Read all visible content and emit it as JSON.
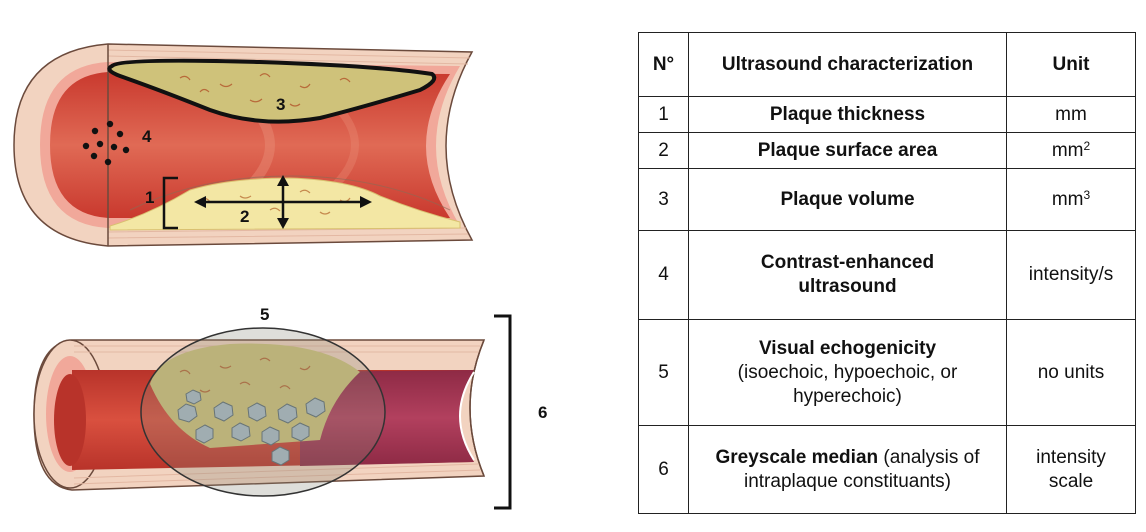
{
  "diagram": {
    "labels": [
      "1",
      "2",
      "3",
      "4",
      "5",
      "6"
    ]
  },
  "table": {
    "headers": {
      "number": "N°",
      "characterization": "Ultrasound characterization",
      "unit": "Unit"
    },
    "rows": [
      {
        "n": "1",
        "title": "Plaque thickness",
        "detail": "",
        "unit": "mm",
        "sup": ""
      },
      {
        "n": "2",
        "title": "Plaque surface area",
        "detail": "",
        "unit": "mm",
        "sup": "2"
      },
      {
        "n": "3",
        "title": "Plaque volume",
        "detail": "",
        "unit": "mm",
        "sup": "3"
      },
      {
        "n": "4",
        "title": "Contrast-enhanced ultrasound",
        "detail": "",
        "unit": "intensity/s",
        "sup": ""
      },
      {
        "n": "5",
        "title": "Visual echogenicity",
        "detail": "(isoechoic, hypoechoic, or hyperechoic)",
        "unit": "no units",
        "sup": ""
      },
      {
        "n": "6",
        "title": "Greyscale median",
        "detail": "(analysis of intraplaque constituants)",
        "unit": "intensity scale",
        "sup": ""
      }
    ]
  },
  "colors": {
    "vessel_wall": "#f2d3c0",
    "lumen_red": "#cf3f33",
    "plaque_fill": "#cfc27a",
    "calcification": "#a9bcc6",
    "outline": "#111111"
  }
}
